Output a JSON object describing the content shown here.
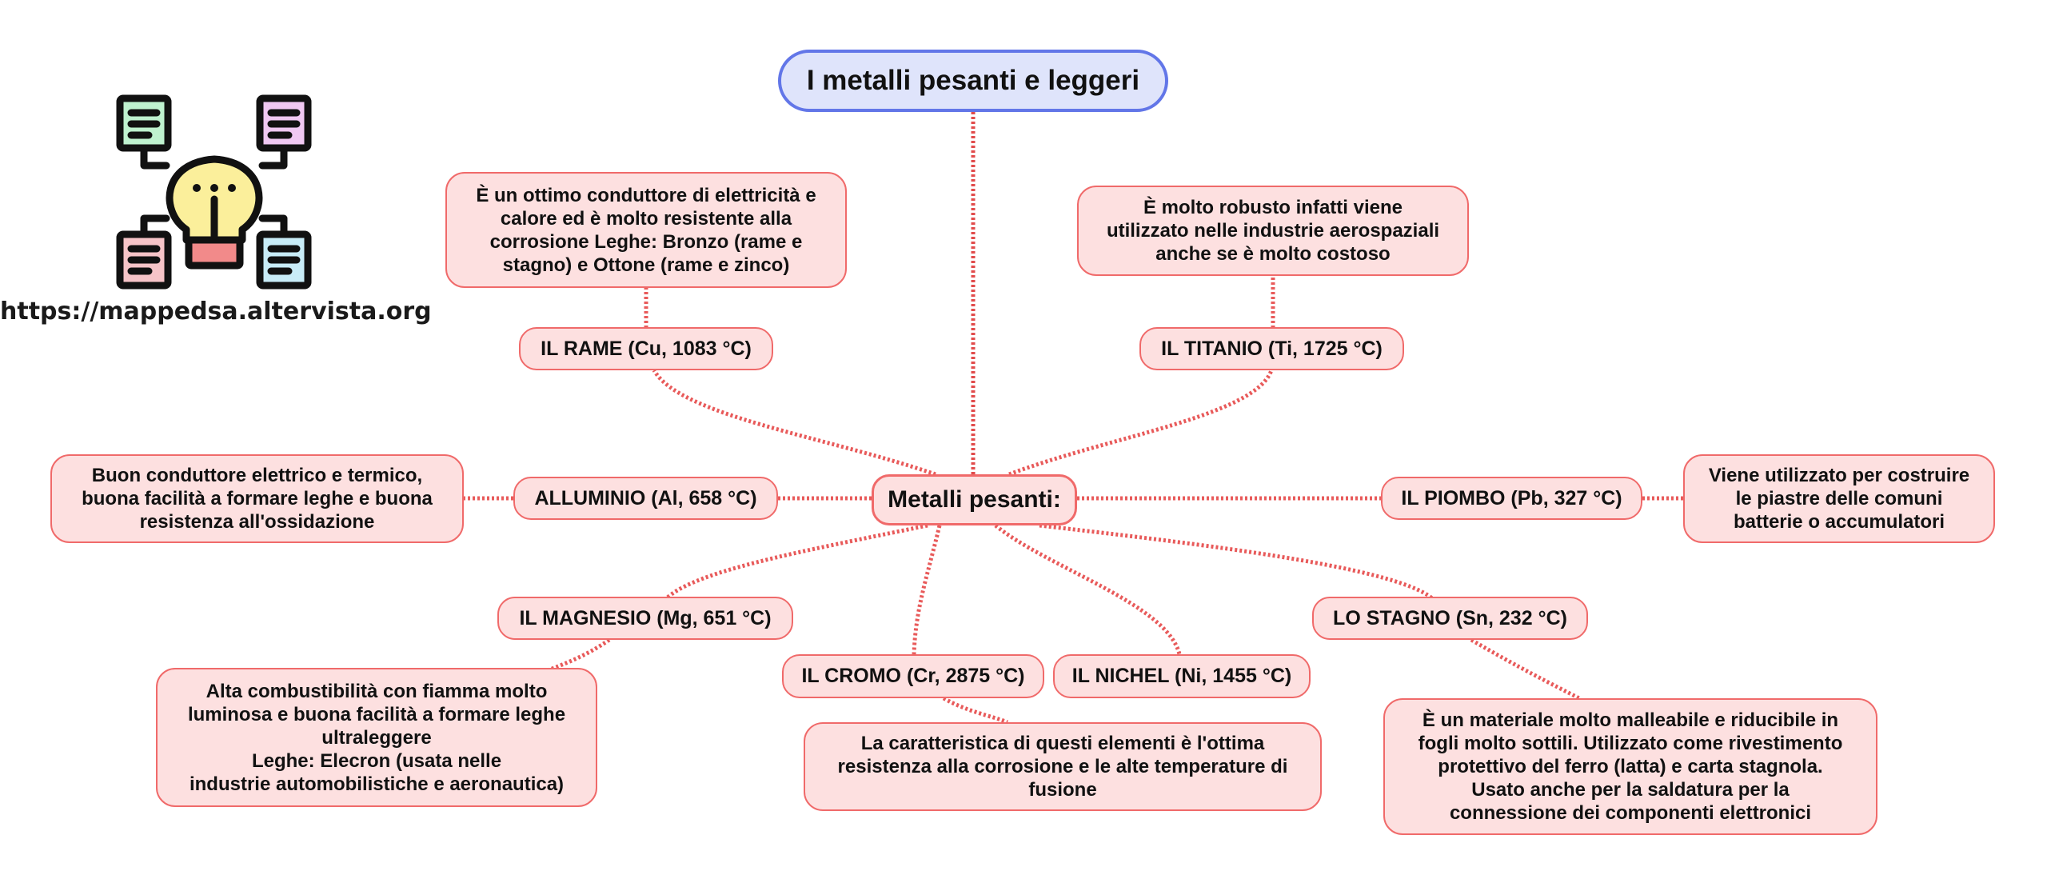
{
  "logo": {
    "icon": "lightbulb-mindmap-icon",
    "url": "https://mappedsa.altervista.org",
    "colors": [
      "#bff2cf",
      "#f0c8f2",
      "#f6c4c8",
      "#c8ecf7",
      "#fbef9b",
      "#f28a8a"
    ]
  },
  "root": {
    "label": "I metalli pesanti e leggeri"
  },
  "center": {
    "label": "Metalli pesanti:"
  },
  "nodes": {
    "rame": {
      "label": "IL RAME (Cu, 1083 °C)",
      "desc": [
        "È un ottimo conduttore di elettricità e",
        "calore ed è molto resistente alla",
        "corrosione Leghe: Bronzo (rame e",
        "stagno) e Ottone (rame e zinco)"
      ]
    },
    "titanio": {
      "label": "IL TITANIO (Ti, 1725 °C)",
      "desc": [
        "È molto robusto infatti viene",
        "utilizzato nelle industrie aerospaziali",
        "anche se è molto costoso"
      ]
    },
    "alluminio": {
      "label": "ALLUMINIO (Al, 658 °C)",
      "desc": [
        "Buon conduttore elettrico e termico,",
        "buona facilità a formare leghe e buona",
        "resistenza all'ossidazione"
      ]
    },
    "piombo": {
      "label": "IL PIOMBO (Pb, 327 °C)",
      "desc": [
        "Viene utilizzato per costruire",
        "le piastre delle comuni",
        "batterie o accumulatori"
      ]
    },
    "magnesio": {
      "label": "IL MAGNESIO (Mg, 651 °C)",
      "desc": [
        "Alta combustibilità con fiamma molto",
        "luminosa e buona facilità a formare leghe",
        "ultraleggere",
        "Leghe: Elecron (usata nelle",
        "industrie automobilistiche e aeronautica)"
      ]
    },
    "cromo": {
      "label": "IL CROMO (Cr, 2875 °C)",
      "desc": [
        "La caratteristica di questi elementi è l'ottima",
        "resistenza alla corrosione e le alte temperature di",
        "fusione"
      ]
    },
    "nichel": {
      "label": "IL NICHEL (Ni, 1455 °C)"
    },
    "stagno": {
      "label": "LO STAGNO (Sn, 232 °C)",
      "desc": [
        "È un materiale molto malleabile e riducibile in",
        "fogli molto sottili. Utilizzato come rivestimento",
        "protettivo del ferro (latta) e carta stagnola.",
        "Usato anche per la saldatura per la",
        "connessione dei componenti elettronici"
      ]
    }
  }
}
